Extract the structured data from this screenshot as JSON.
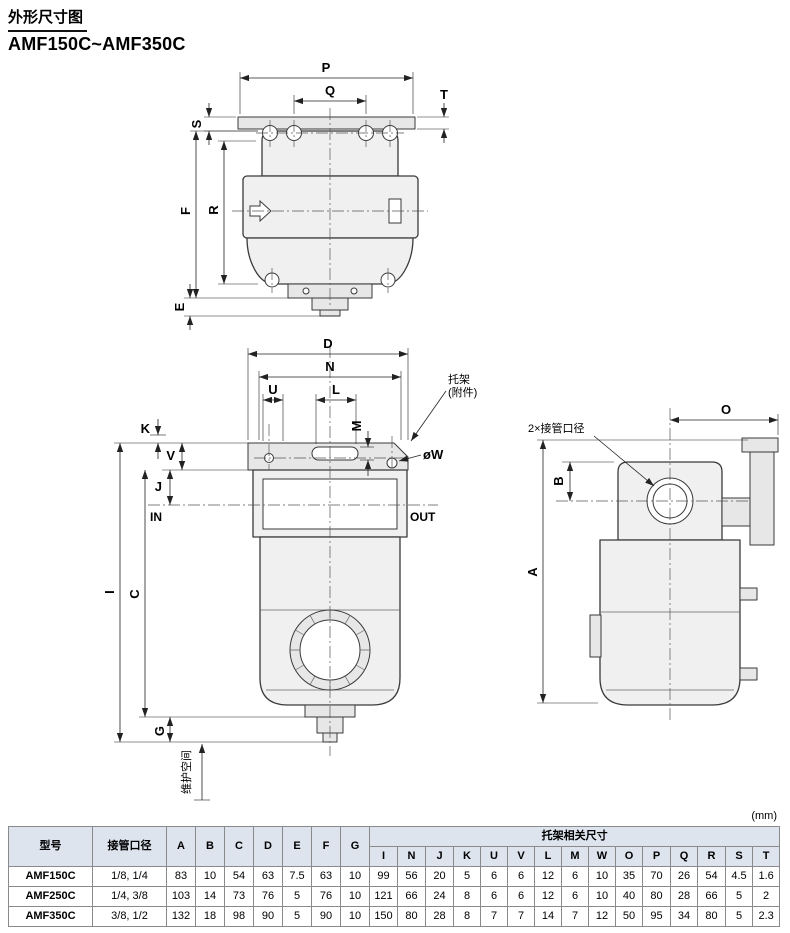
{
  "page": {
    "title": "外形尺寸图",
    "model_range": "AMF150C~AMF350C",
    "unit_note": "(mm)"
  },
  "colors": {
    "table_header_bg": "#dde4ee",
    "drawing_fill": "#f0f0f0",
    "line_color": "#3a3a3a"
  },
  "diagram": {
    "top_view": {
      "dim_P": "P",
      "dim_Q": "Q",
      "dim_T": "T",
      "dim_S": "S",
      "dim_F": "F",
      "dim_R": "R",
      "dim_E": "E"
    },
    "front_view": {
      "dim_D": "D",
      "dim_N": "N",
      "dim_U": "U",
      "dim_L": "L",
      "dim_M": "M",
      "dim_K": "K",
      "dim_V": "V",
      "dim_J": "J",
      "dim_I": "I",
      "dim_C": "C",
      "dim_G": "G",
      "dim_W": "øW",
      "label_in": "IN",
      "label_out": "OUT",
      "bracket_note_line1": "托架",
      "bracket_note_line2": "(附件)",
      "maintenance_note": "维护空间"
    },
    "side_view": {
      "dim_O": "O",
      "dim_B": "B",
      "dim_A": "A",
      "port_note": "2×接管口径"
    }
  },
  "table": {
    "header_model": "型号",
    "header_port": "接管口径",
    "header_bracket_group": "托架相关尺寸",
    "dim_columns": [
      "A",
      "B",
      "C",
      "D",
      "E",
      "F",
      "G"
    ],
    "bracket_columns": [
      "I",
      "N",
      "J",
      "K",
      "U",
      "V",
      "L",
      "M",
      "W",
      "O",
      "P",
      "Q",
      "R",
      "S",
      "T"
    ],
    "rows": [
      {
        "model": "AMF150C",
        "port": "1/8, 1/4",
        "dims": [
          "83",
          "10",
          "54",
          "63",
          "7.5",
          "63",
          "10"
        ],
        "bracket": [
          "99",
          "56",
          "20",
          "5",
          "6",
          "6",
          "12",
          "6",
          "10",
          "35",
          "70",
          "26",
          "54",
          "4.5",
          "1.6"
        ]
      },
      {
        "model": "AMF250C",
        "port": "1/4, 3/8",
        "dims": [
          "103",
          "14",
          "73",
          "76",
          "5",
          "76",
          "10"
        ],
        "bracket": [
          "121",
          "66",
          "24",
          "8",
          "6",
          "6",
          "12",
          "6",
          "10",
          "40",
          "80",
          "28",
          "66",
          "5",
          "2"
        ]
      },
      {
        "model": "AMF350C",
        "port": "3/8, 1/2",
        "dims": [
          "132",
          "18",
          "98",
          "90",
          "5",
          "90",
          "10"
        ],
        "bracket": [
          "150",
          "80",
          "28",
          "8",
          "7",
          "7",
          "14",
          "7",
          "12",
          "50",
          "95",
          "34",
          "80",
          "5",
          "2.3"
        ]
      }
    ]
  }
}
